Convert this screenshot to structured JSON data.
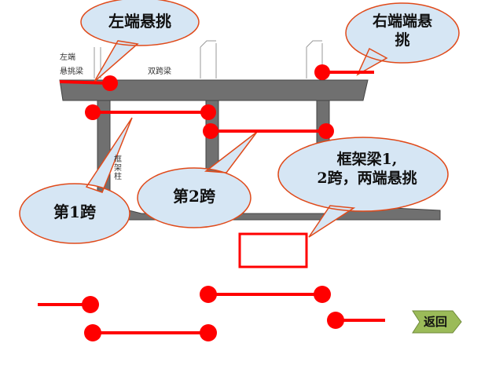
{
  "diagram": {
    "labels": {
      "left_end": "左端",
      "cantilever_beam": "悬挑梁",
      "two_span_beam": "双跨梁",
      "frame_column": "框\n架\n柱"
    },
    "callouts": {
      "left_cantilever": "左端悬挑",
      "right_cantilever": "右端端悬\n挑",
      "span1": "第1跨",
      "span2": "第2跨",
      "frame_beam": "框架梁1,\n2跨，两端悬挑"
    },
    "colors": {
      "red": "#ff0000",
      "callout_fill": "#d6e6f4",
      "callout_stroke": "#e04a1a",
      "concrete": "#6e6e6e",
      "button": "#9bbb59"
    }
  },
  "nav": {
    "return_label": "返回"
  }
}
